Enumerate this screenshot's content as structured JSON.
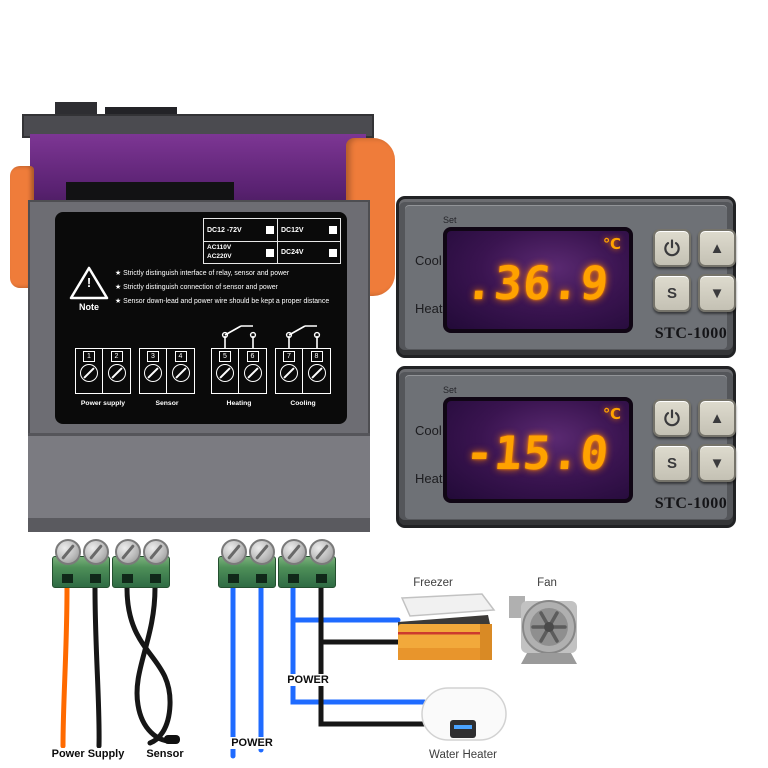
{
  "back_view": {
    "voltage": {
      "v1": "DC12 -72V",
      "v2": "DC12V",
      "v3a": "AC110V",
      "v3b": "AC220V",
      "v4": "DC24V"
    },
    "note": {
      "mark": "!",
      "label": "Note"
    },
    "warnings": [
      "★ Strictly distinguish interface of relay, sensor and power",
      "★ Strictly distinguish connection of sensor and power",
      "★ Sensor down-lead and power wire should be kept a proper distance"
    ],
    "terminals": [
      "1",
      "2",
      "3",
      "4",
      "5",
      "6",
      "7",
      "8"
    ],
    "groups": [
      "Power supply",
      "Sensor",
      "Heating",
      "Cooling"
    ]
  },
  "controllers": [
    {
      "set": "Set",
      "cool": "Cool",
      "heat": "Heat",
      "value": ".36.9",
      "unit": "℃",
      "model": "STC-1000",
      "btn_s": "S",
      "btn_up": "▲",
      "btn_down": "▼"
    },
    {
      "set": "Set",
      "cool": "Cool",
      "heat": "Heat",
      "value": "-15.0",
      "unit": "℃",
      "model": "STC-1000",
      "btn_s": "S",
      "btn_up": "▲",
      "btn_down": "▼"
    }
  ],
  "wiring": {
    "power_supply": "Power Supply",
    "sensor": "Sensor",
    "power1": "POWER",
    "power2": "POWER",
    "freezer": "Freezer",
    "fan": "Fan",
    "water_heater": "Water Heater",
    "colors": {
      "live": "#ff6a00",
      "neutral": "#161616",
      "load": "#1f6bff",
      "digit": "#ffa200"
    }
  }
}
